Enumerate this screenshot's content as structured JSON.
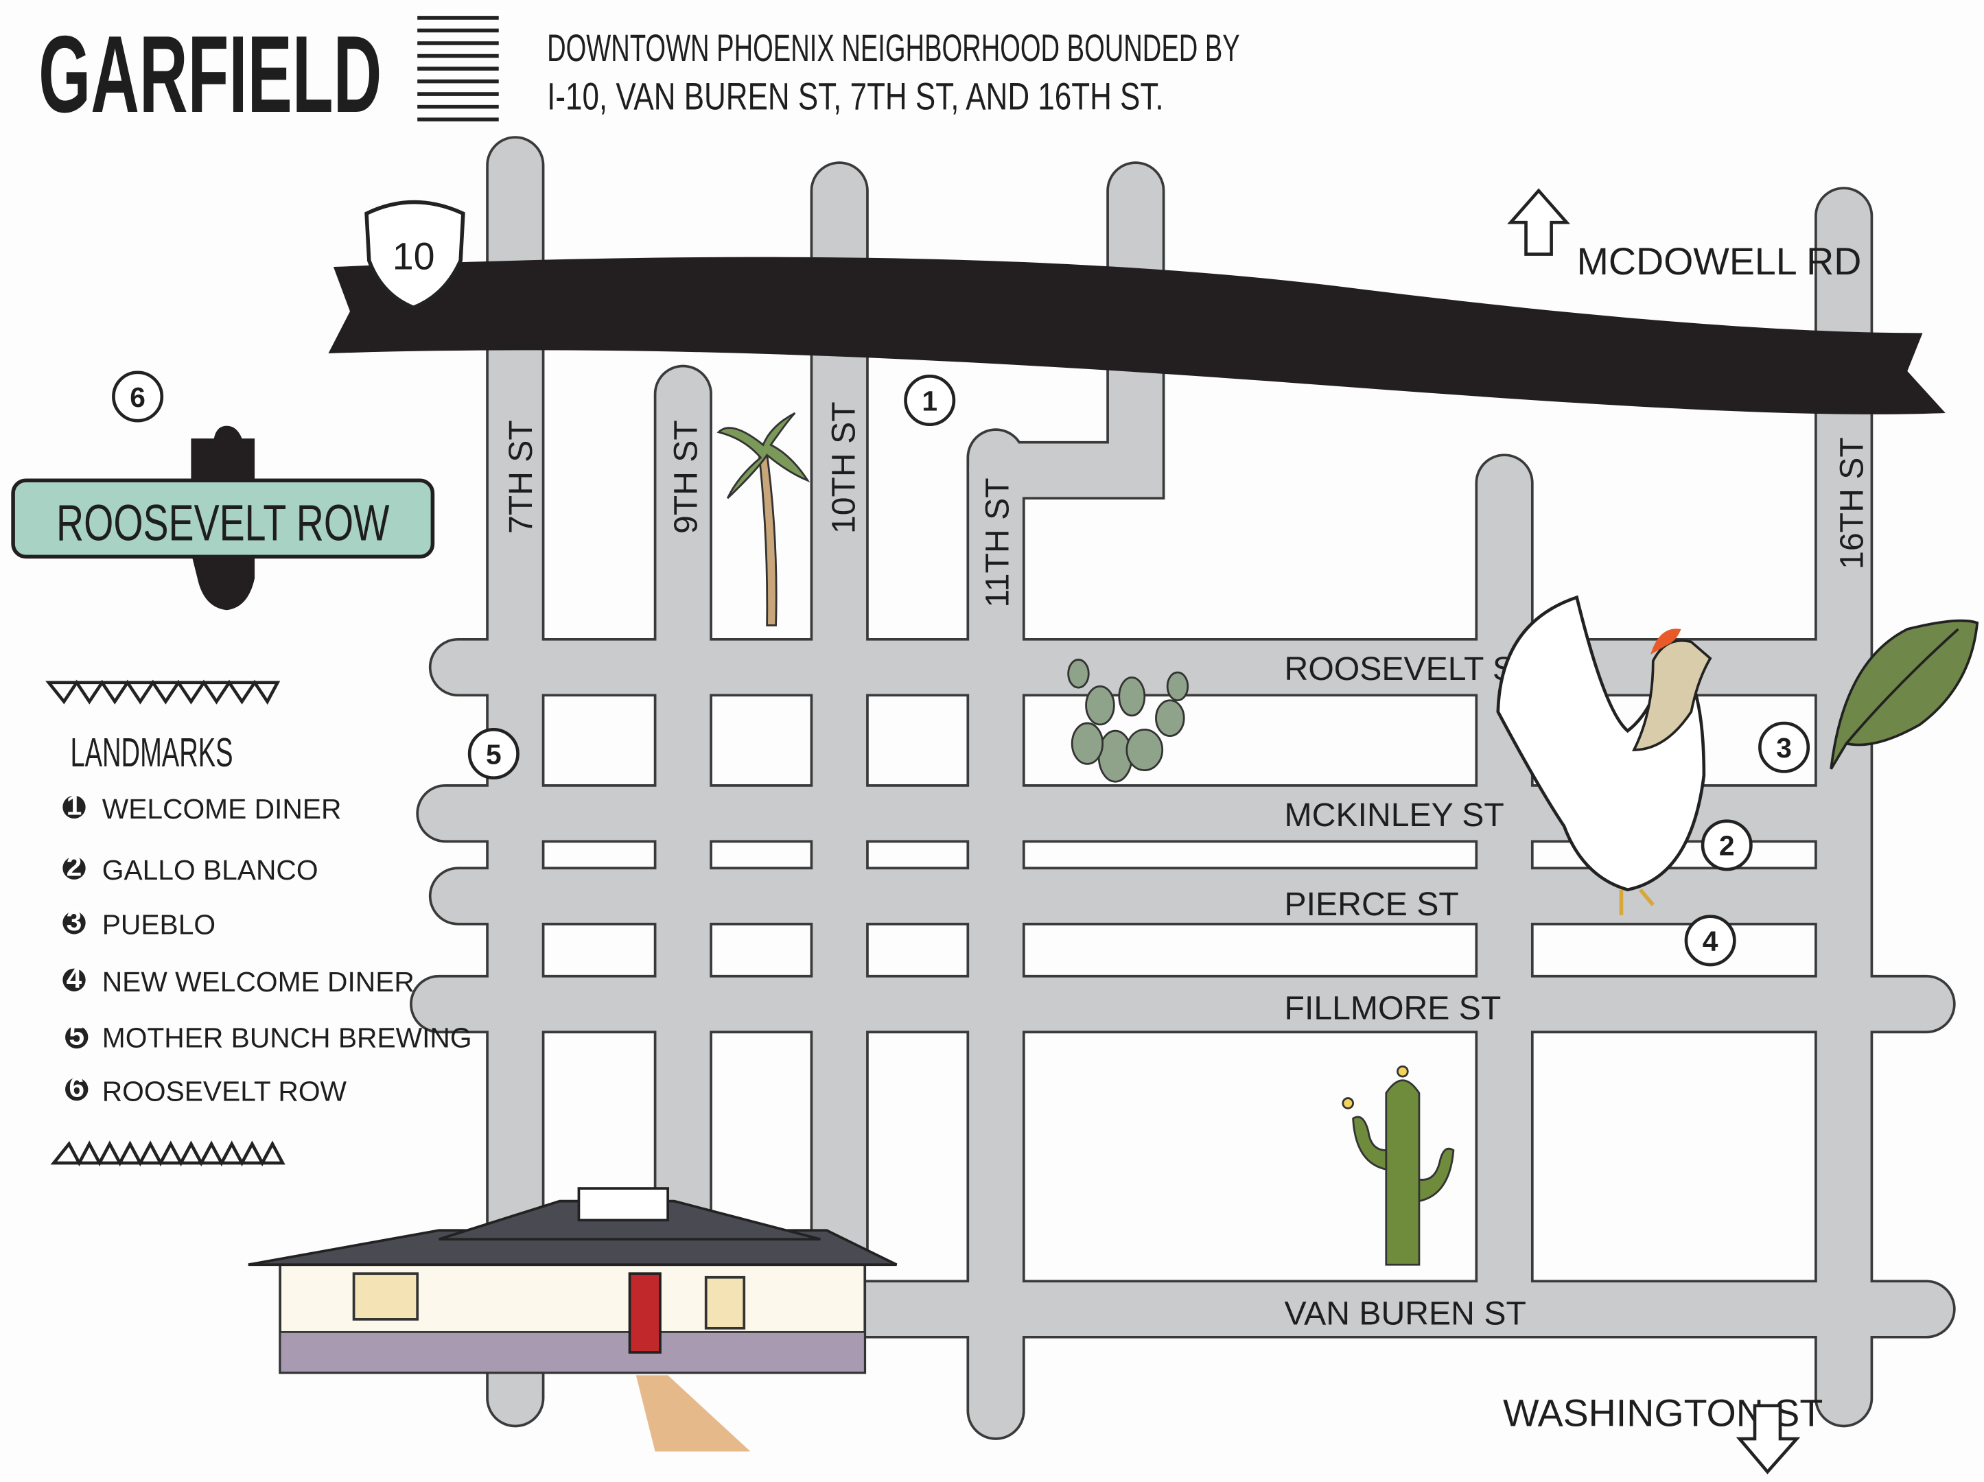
{
  "header": {
    "title": "GARFIELD",
    "subtitle_line1": "DOWNTOWN PHOENIX NEIGHBORHOOD BOUNDED BY",
    "subtitle_line2": "I-10, VAN BUREN ST, 7TH ST, AND 16TH ST."
  },
  "freeway": {
    "shield_label": "10"
  },
  "streets": {
    "seventh": "7TH ST",
    "ninth": "9TH ST",
    "tenth": "10TH ST",
    "eleventh": "11TH ST",
    "sixteenth": "16TH ST",
    "roosevelt": "ROOSEVELT ST",
    "mckinley": "MCKINLEY ST",
    "pierce": "PIERCE ST",
    "fillmore": "FILLMORE ST",
    "van_buren": "VAN BUREN ST",
    "mcdowell": "MCDOWELL RD",
    "washington": "WASHINGTON ST"
  },
  "roosevelt_row_sign": "ROOSEVELT ROW",
  "legend": {
    "title": "LANDMARKS",
    "items": [
      {
        "num": "1",
        "label": "WELCOME DINER"
      },
      {
        "num": "2",
        "label": "GALLO BLANCO"
      },
      {
        "num": "3",
        "label": "PUEBLO"
      },
      {
        "num": "4",
        "label": "NEW WELCOME DINER"
      },
      {
        "num": "5",
        "label": "MOTHER BUNCH BREWING"
      },
      {
        "num": "6",
        "label": "ROOSEVELT ROW"
      }
    ]
  },
  "markers": [
    "1",
    "2",
    "3",
    "4",
    "5",
    "6"
  ],
  "colors": {
    "road": "#c9cbcc",
    "freeway": "#231f20",
    "sign": "#a8d3c4",
    "cactus": "#8fa38a",
    "saguaro": "#6f8c3c",
    "leaf": "#6f8748",
    "door": "#c0282c"
  }
}
